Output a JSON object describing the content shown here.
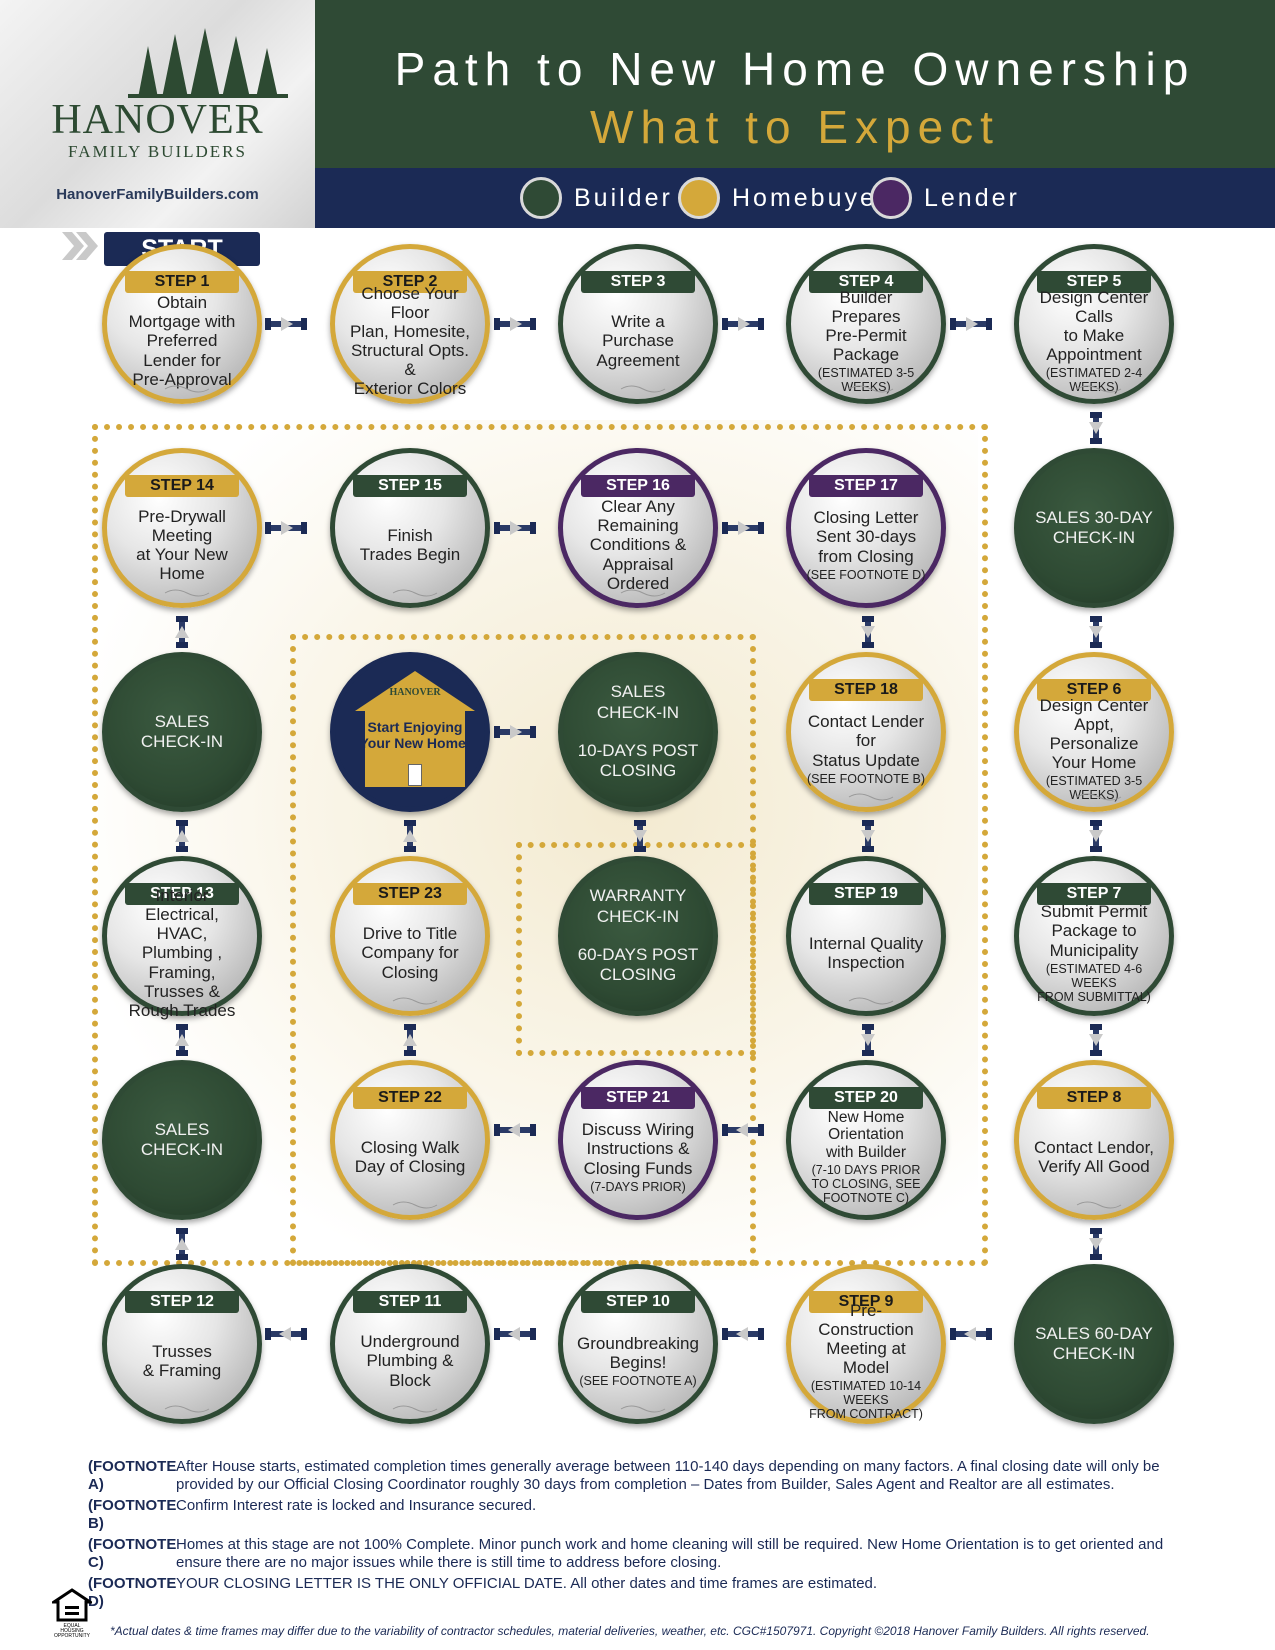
{
  "header": {
    "brand_name": "HANOVER",
    "brand_sub": "FAMILY BUILDERS",
    "url": "HanoverFamilyBuilders.com",
    "title_line1": "Path to New Home Ownership",
    "title_line2": "What to Expect"
  },
  "legend": [
    {
      "label": "Builder",
      "color": "#2f4a35"
    },
    {
      "label": "Homebuyer",
      "color": "#d4a83a"
    },
    {
      "label": "Lender",
      "color": "#4b2863"
    }
  ],
  "start_label": "START HERE",
  "steps": {
    "s1": {
      "label": "STEP 1",
      "text": "Obtain Mortgage with\nPreferred Lender for\nPre-Approval",
      "note": ""
    },
    "s2": {
      "label": "STEP 2",
      "text": "Choose Your Floor\nPlan, Homesite,\nStructural Opts. &\nExterior Colors",
      "note": ""
    },
    "s3": {
      "label": "STEP 3",
      "text": "Write a Purchase\nAgreement",
      "note": ""
    },
    "s4": {
      "label": "STEP 4",
      "text": "Builder Prepares\nPre-Permit Package",
      "note": "(ESTIMATED 3-5 WEEKS)"
    },
    "s5": {
      "label": "STEP 5",
      "text": "Design Center Calls\nto Make Appointment",
      "note": "(ESTIMATED 2-4 WEEKS)"
    },
    "s6": {
      "label": "STEP 6",
      "text": "Design Center Appt,\nPersonalize Your Home",
      "note": "(ESTIMATED 3-5 WEEKS)"
    },
    "s7": {
      "label": "STEP 7",
      "text": "Submit Permit\nPackage to Municipality",
      "note": "(ESTIMATED 4-6 WEEKS\nFROM SUBMITTAL)"
    },
    "s8": {
      "label": "STEP 8",
      "text": "Contact Lendor,\nVerify All Good",
      "note": ""
    },
    "s9": {
      "label": "STEP 9",
      "text": "Pre-Construction\nMeeting at Model",
      "note": "(ESTIMATED 10-14 WEEKS\nFROM CONTRACT)"
    },
    "s10": {
      "label": "STEP 10",
      "text": "Groundbreaking\nBegins!",
      "note": "(SEE FOOTNOTE A)"
    },
    "s11": {
      "label": "STEP 11",
      "text": "Underground\nPlumbing & Block",
      "note": ""
    },
    "s12": {
      "label": "STEP 12",
      "text": "Trusses\n& Framing",
      "note": ""
    },
    "s13": {
      "label": "STEP 13",
      "text": "Interior Electrical,\nHVAC, Plumbing ,\nFraming, Trusses &\nRough Trades",
      "note": ""
    },
    "s14": {
      "label": "STEP 14",
      "text": "Pre-Drywall Meeting\nat Your New Home",
      "note": ""
    },
    "s15": {
      "label": "STEP 15",
      "text": "Finish\nTrades Begin",
      "note": ""
    },
    "s16": {
      "label": "STEP 16",
      "text": "Clear Any Remaining\nConditions &\nAppraisal Ordered",
      "note": ""
    },
    "s17": {
      "label": "STEP 17",
      "text": "Closing Letter\nSent 30-days\nfrom Closing",
      "note": "(SEE FOOTNOTE D)"
    },
    "s18": {
      "label": "STEP 18",
      "text": "Contact Lender for\nStatus Update",
      "note": "(SEE FOOTNOTE B)"
    },
    "s19": {
      "label": "STEP 19",
      "text": "Internal Quality\nInspection",
      "note": ""
    },
    "s20": {
      "label": "STEP 20",
      "text": "New Home Orientation\nwith Builder",
      "note": "(7-10 DAYS PRIOR\nTO CLOSING, SEE\nFOOTNOTE C)"
    },
    "s21": {
      "label": "STEP 21",
      "text": "Discuss Wiring\nInstructions &\nClosing Funds",
      "note": "(7-DAYS PRIOR)"
    },
    "s22": {
      "label": "STEP 22",
      "text": "Closing Walk\nDay of Closing",
      "note": ""
    },
    "s23": {
      "label": "STEP 23",
      "text": "Drive to Title\nCompany for Closing",
      "note": ""
    }
  },
  "checkins": {
    "sales30": {
      "line1": "SALES 30-DAY\nCHECK-IN",
      "line2": ""
    },
    "sales60": {
      "line1": "SALES 60-DAY\nCHECK-IN",
      "line2": ""
    },
    "sales_left_a": {
      "line1": "SALES\nCHECK-IN",
      "line2": ""
    },
    "sales_left_b": {
      "line1": "SALES\nCHECK-IN",
      "line2": ""
    },
    "sales10": {
      "line1": "SALES\nCHECK-IN",
      "line2": "10-DAYS POST\nCLOSING"
    },
    "warranty": {
      "line1": "WARRANTY\nCHECK-IN",
      "line2": "60-DAYS POST\nCLOSING"
    }
  },
  "house": {
    "brand": "HANOVER",
    "text": "Start Enjoying\nYour New Home!"
  },
  "footnotes": [
    {
      "label": "(FOOTNOTE A)",
      "text": "After House starts, estimated completion times generally average between 110-140 days depending on many factors. A final closing date will only be provided by our Official Closing Coordinator roughly 30 days from completion – Dates from Builder, Sales Agent and Realtor are all estimates."
    },
    {
      "label": "(FOOTNOTE B)",
      "text": "Confirm Interest rate is locked and Insurance secured."
    },
    {
      "label": "(FOOTNOTE C)",
      "text": "Homes at this stage are not 100% Complete. Minor punch work and home cleaning will still be required. New Home Orientation is to get oriented and ensure there are no major issues while there is still time to address before closing."
    },
    {
      "label": "(FOOTNOTE D)",
      "text": "YOUR CLOSING LETTER IS THE ONLY OFFICIAL DATE. All other dates and time frames are estimated."
    }
  ],
  "disclaimer": "*Actual dates & time frames may differ due to the variability of contractor schedules, material deliveries, weather, etc. CGC#1507971. Copyright ©2018 Hanover Family Builders. All rights reserved.",
  "eho_label": "EQUAL HOUSING OPPORTUNITY"
}
